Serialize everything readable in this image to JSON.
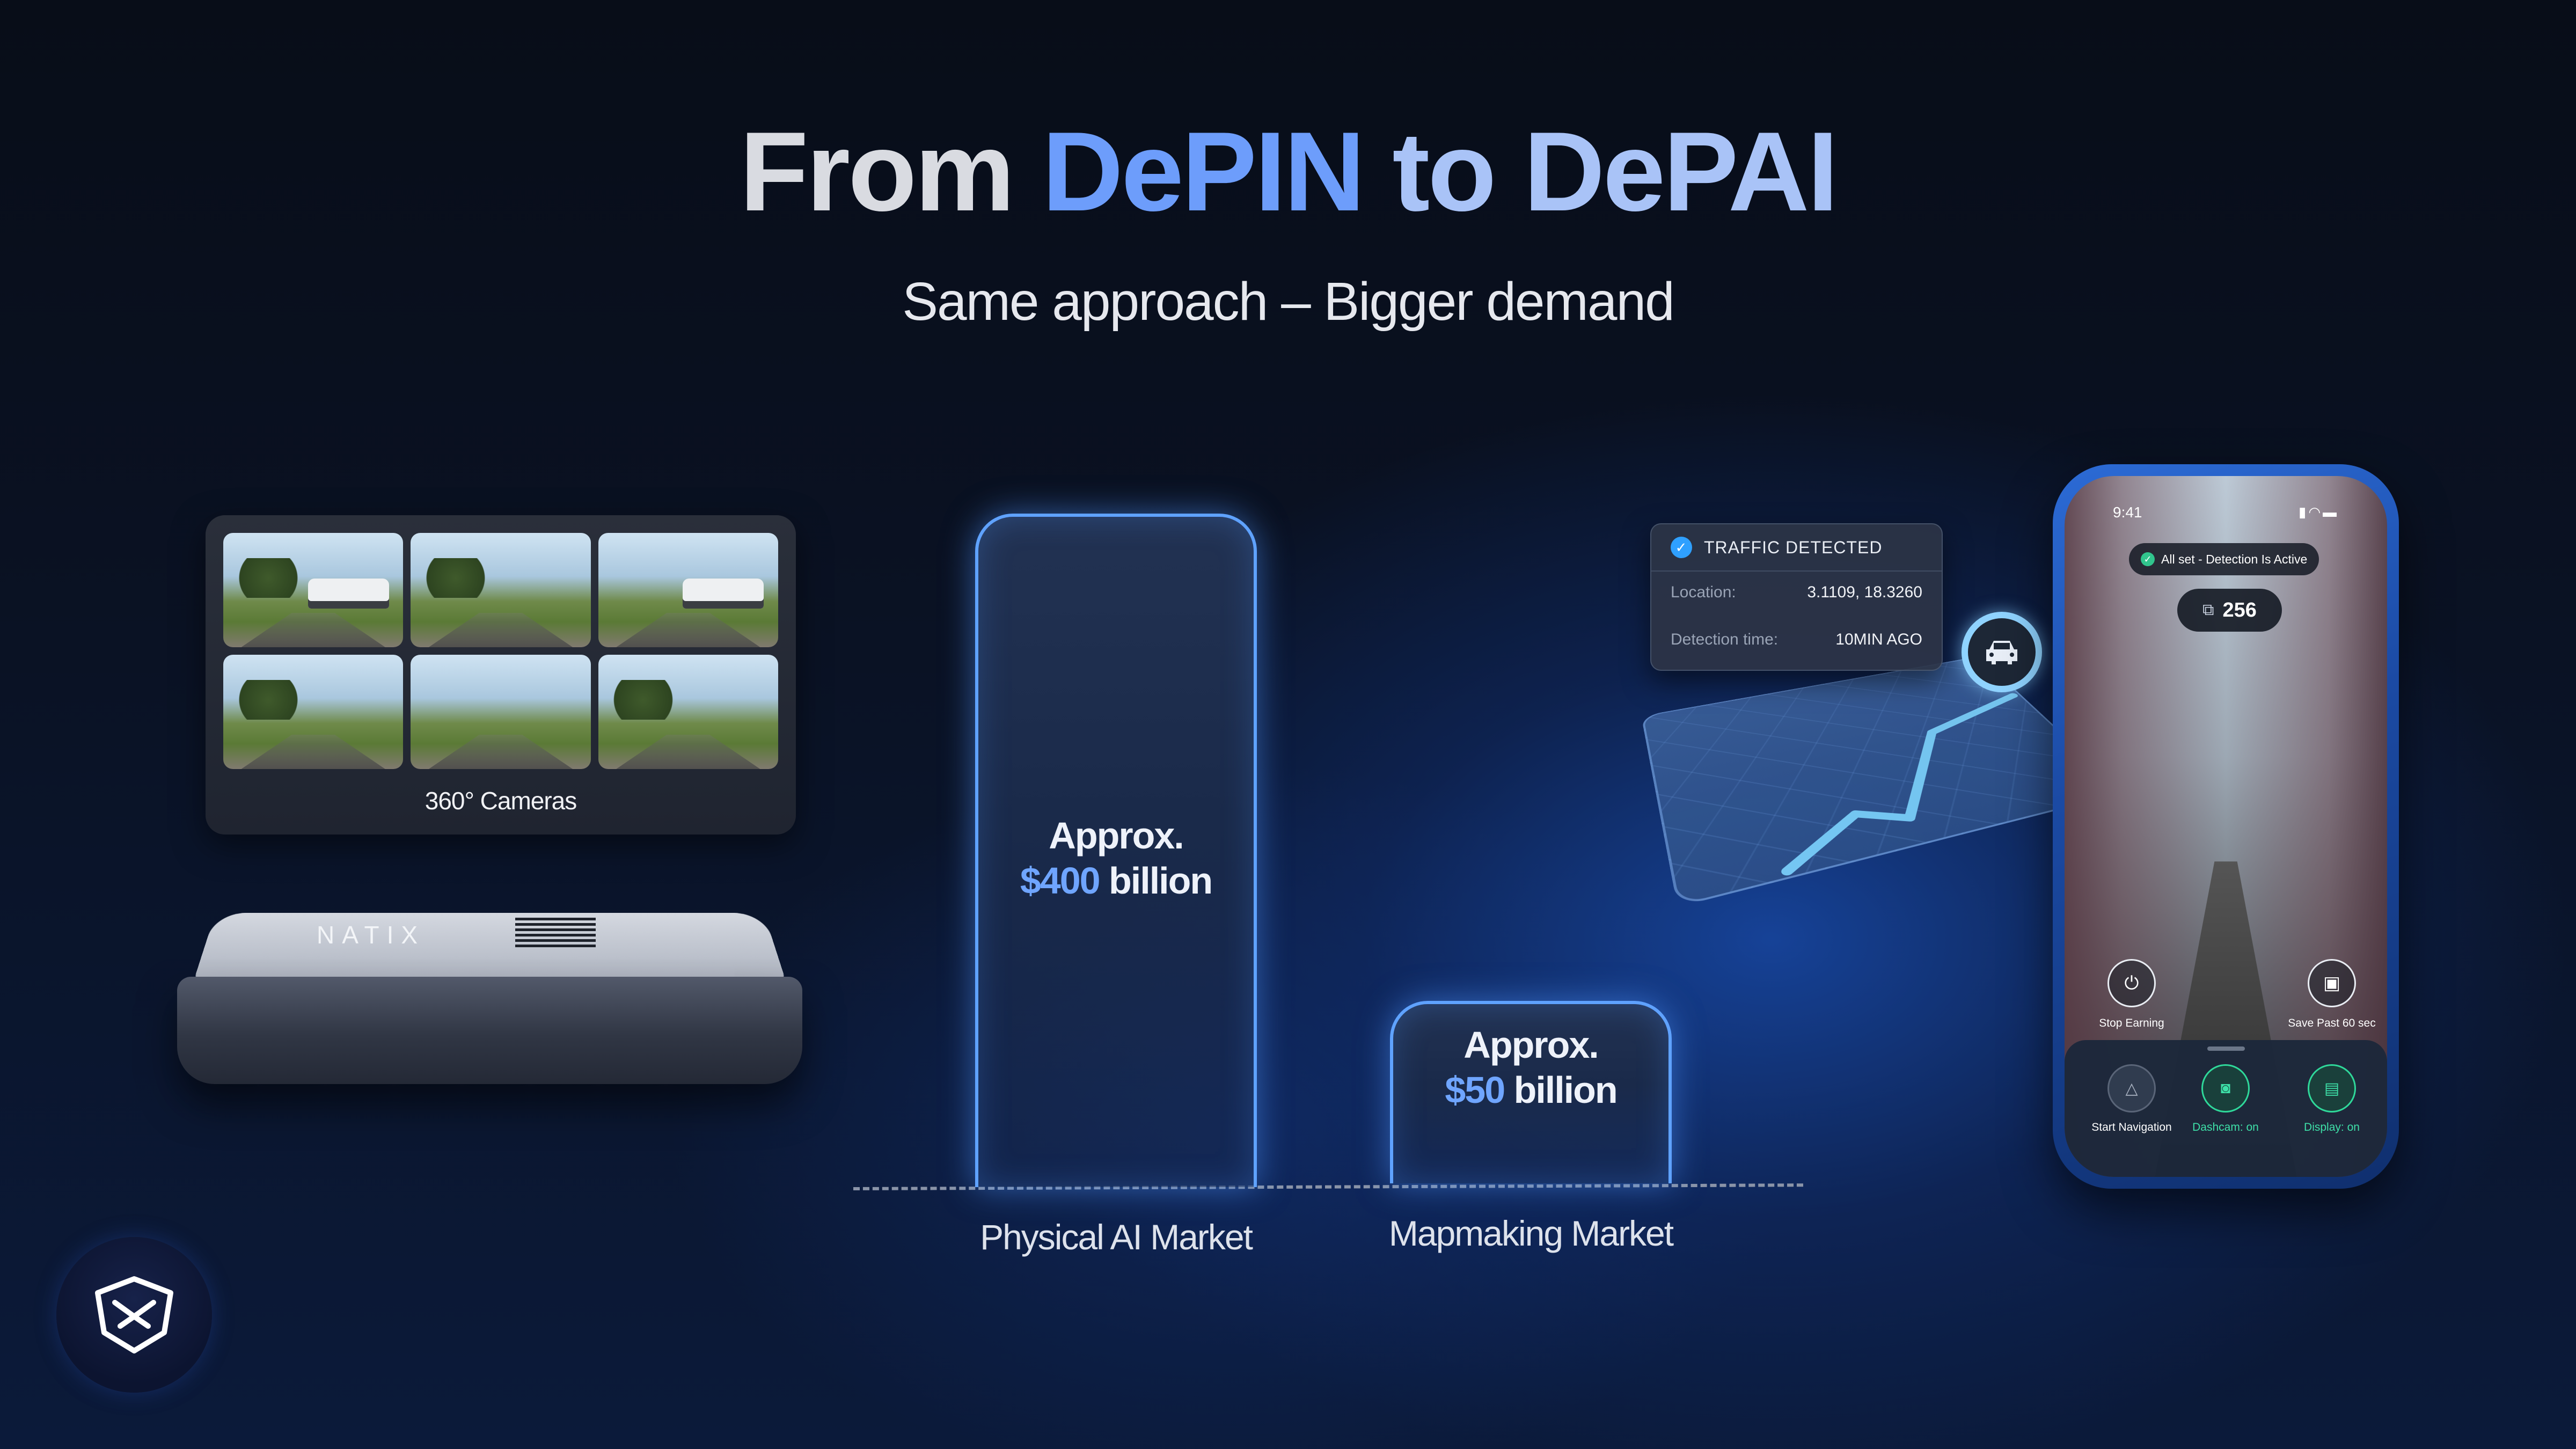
{
  "header": {
    "title_part1": "From ",
    "title_part2": "DePIN",
    "title_part3": " to ",
    "title_part4": "DePAI",
    "subtitle": "Same approach – Bigger demand"
  },
  "camera_panel": {
    "label": "360° Cameras",
    "tiles": 6
  },
  "device": {
    "logo": "NATIX"
  },
  "chart_data": {
    "type": "bar",
    "categories": [
      "Physical AI Market",
      "Mapmaking Market"
    ],
    "values": [
      400,
      50
    ],
    "labels": [
      {
        "prefix": "Approx.",
        "value": "$400",
        "unit": " billion"
      },
      {
        "prefix": "Approx.",
        "value": "$50",
        "unit": " billion"
      }
    ],
    "title": "",
    "xlabel": "",
    "ylabel": "",
    "ylim": [
      0,
      400
    ],
    "grid": false,
    "accent": "#5fa2ff"
  },
  "traffic_card": {
    "title": "TRAFFIC DETECTED",
    "rows": [
      {
        "key": "Location:",
        "value": "3.1109, 18.3260"
      },
      {
        "key": "Detection time:",
        "value": "10MIN AGO"
      }
    ],
    "pin_icon": "car-icon"
  },
  "phone": {
    "time": "9:41",
    "status_icons": "signal-icon wifi-icon battery-icon",
    "status_pill": "All set - Detection Is Active",
    "count": "256",
    "controls": [
      {
        "label": "Stop Earning",
        "icon": "power-icon"
      },
      {
        "label": "Save Past 60 sec",
        "icon": "save-icon"
      }
    ],
    "tray": [
      {
        "label": "Start Navigation",
        "icon": "navigation-icon"
      },
      {
        "label": "Dashcam: on",
        "icon": "camera-icon"
      },
      {
        "label": "Display: on",
        "icon": "display-icon"
      }
    ],
    "colors": {
      "active": "#3ee0a8",
      "frame": "#1b4aa4"
    }
  },
  "badge": {
    "icon": "natix-shield-icon"
  }
}
